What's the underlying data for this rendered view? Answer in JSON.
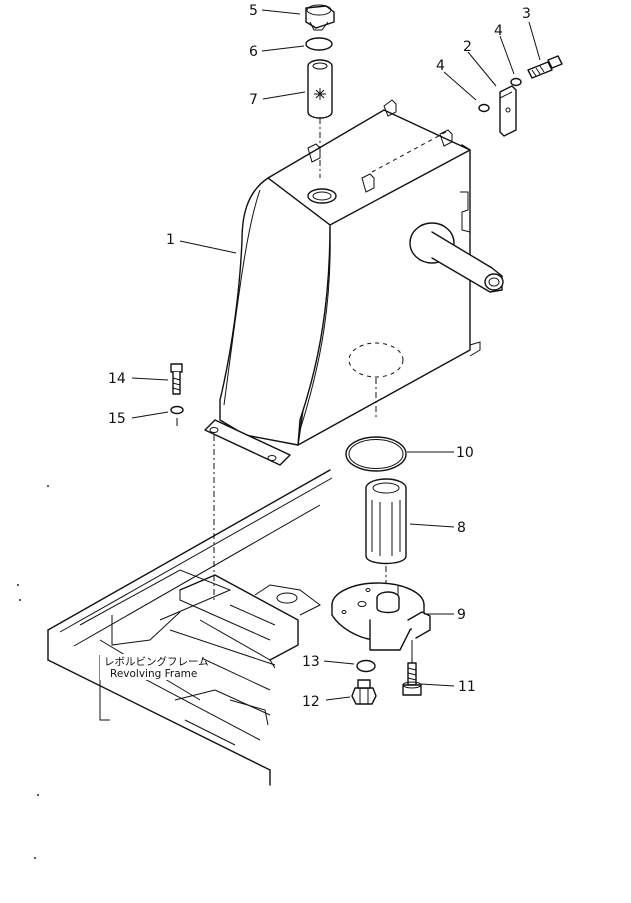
{
  "diagram": {
    "callouts": [
      {
        "id": "c1",
        "label": "1"
      },
      {
        "id": "c2",
        "label": "2"
      },
      {
        "id": "c3",
        "label": "3"
      },
      {
        "id": "c4a",
        "label": "4"
      },
      {
        "id": "c4b",
        "label": "4"
      },
      {
        "id": "c5",
        "label": "5"
      },
      {
        "id": "c6",
        "label": "6"
      },
      {
        "id": "c7",
        "label": "7"
      },
      {
        "id": "c8",
        "label": "8"
      },
      {
        "id": "c9",
        "label": "9"
      },
      {
        "id": "c10",
        "label": "10"
      },
      {
        "id": "c11",
        "label": "11"
      },
      {
        "id": "c12",
        "label": "12"
      },
      {
        "id": "c13",
        "label": "13"
      },
      {
        "id": "c14",
        "label": "14"
      },
      {
        "id": "c15",
        "label": "15"
      }
    ],
    "frame_label_jp": "レボルビングフレーム",
    "frame_label_en": "Revolving  Frame"
  }
}
